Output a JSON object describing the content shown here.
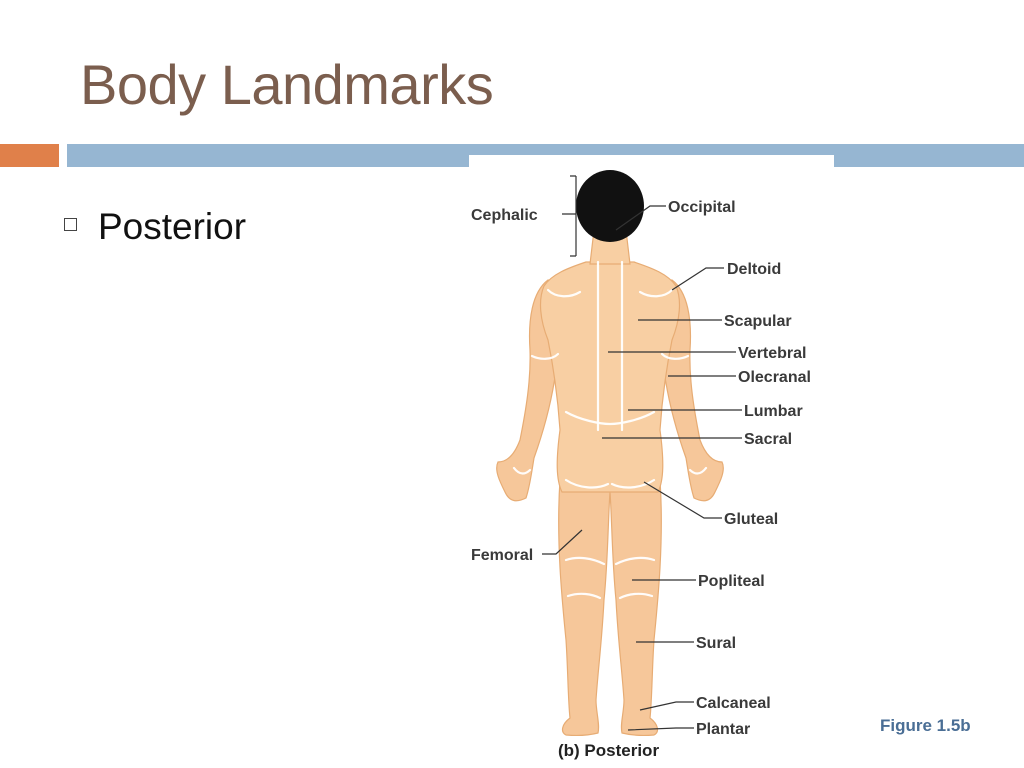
{
  "slide": {
    "title": "Body Landmarks",
    "bullet": "Posterior",
    "figure_reference": "Figure 1.5b"
  },
  "figure": {
    "caption": "(b) Posterior",
    "labels": {
      "cephalic": "Cephalic",
      "occipital": "Occipital",
      "deltoid": "Deltoid",
      "scapular": "Scapular",
      "vertebral": "Vertebral",
      "olecranal": "Olecranal",
      "lumbar": "Lumbar",
      "sacral": "Sacral",
      "gluteal": "Gluteal",
      "femoral": "Femoral",
      "popliteal": "Popliteal",
      "sural": "Sural",
      "calcaneal": "Calcaneal",
      "plantar": "Plantar"
    }
  },
  "colors": {
    "title": "#7b5e4e",
    "accent_orange": "#e0804a",
    "accent_blue": "#96b6d2",
    "figure_reference": "#4a6e95",
    "skin": "#f8cfa3",
    "hair": "#111111"
  },
  "icons": {
    "bullet": "hollow-square-bullet-icon"
  }
}
